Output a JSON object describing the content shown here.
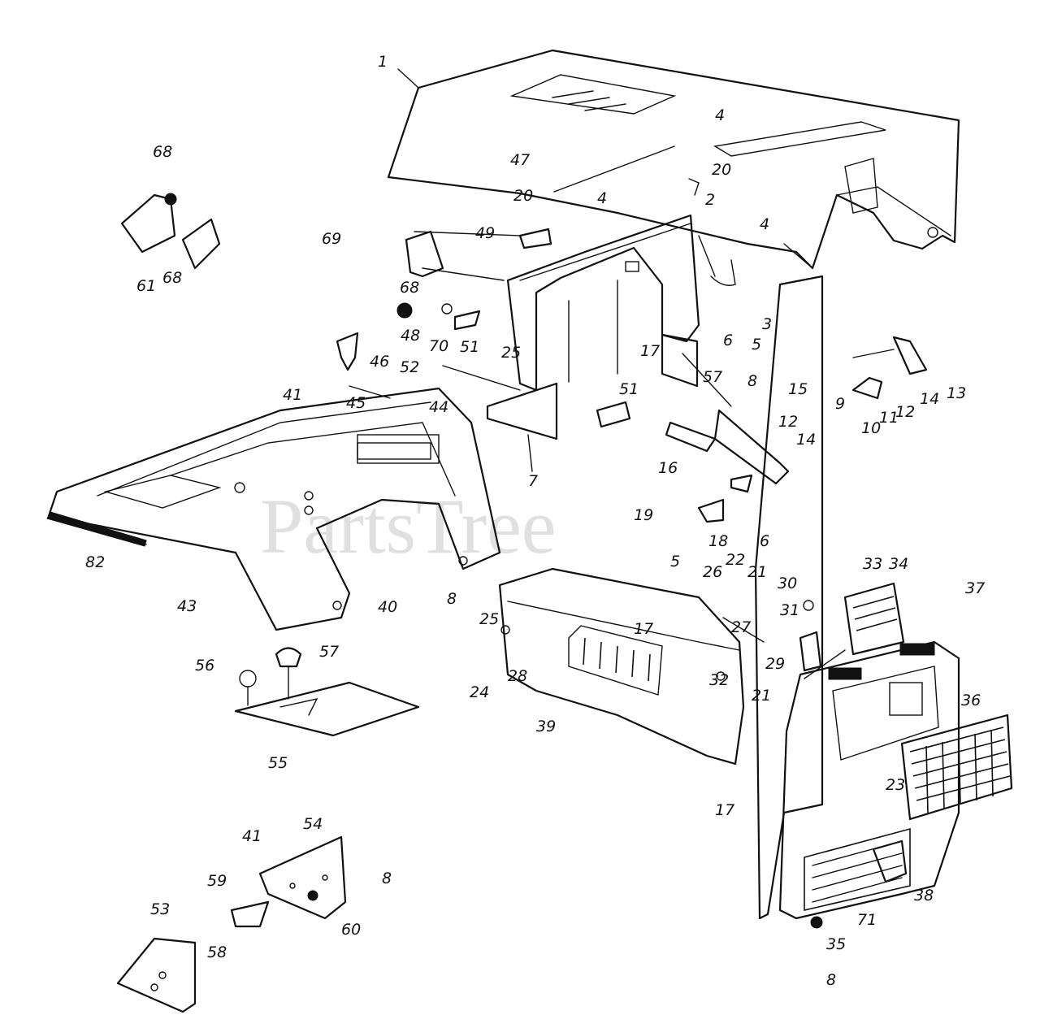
{
  "watermark": "PartsTree",
  "callouts": [
    "1",
    "2",
    "3",
    "4",
    "5",
    "6",
    "7",
    "8",
    "9",
    "10",
    "11",
    "12",
    "13",
    "14",
    "15",
    "16",
    "17",
    "18",
    "19",
    "20",
    "21",
    "22",
    "23",
    "24",
    "25",
    "26",
    "27",
    "28",
    "29",
    "30",
    "31",
    "32",
    "33",
    "34",
    "35",
    "36",
    "37",
    "38",
    "39",
    "40",
    "41",
    "43",
    "44",
    "45",
    "46",
    "47",
    "48",
    "49",
    "51",
    "52",
    "53",
    "54",
    "55",
    "56",
    "57",
    "58",
    "59",
    "60",
    "61",
    "68",
    "69",
    "70",
    "71",
    "82"
  ]
}
